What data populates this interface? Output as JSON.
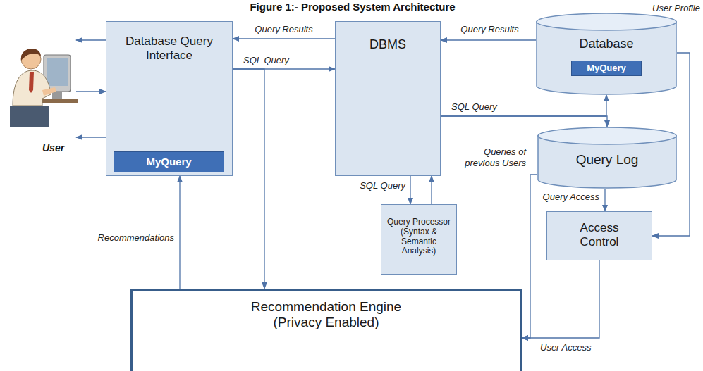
{
  "diagram": {
    "title": "Figure 1:- Proposed System Architecture",
    "nodes": [
      {
        "text": [
          "Database Query Interface"
        ]
      },
      {
        "text": [
          "MyQuery"
        ],
        "in": 0
      },
      {
        "text": [
          "DBMS"
        ]
      },
      {
        "text": [
          "Query Processor (Syntax & Semantic Analysis)"
        ]
      },
      {
        "text": [
          "Database"
        ]
      },
      {
        "text": [
          "MyQuery"
        ],
        "in": 4
      },
      {
        "text": [
          "Query Log"
        ]
      },
      {
        "text": [
          "Access Control"
        ]
      },
      {
        "text": [
          "Recommendation Engine (Privacy Enabled)"
        ]
      }
    ],
    "edges": [
      {
        "from": 2,
        "to": 0,
        "label": "Query Results",
        "arrow": "to"
      },
      {
        "from": 0,
        "to": 2,
        "label": "SQL Query",
        "arrow": "to"
      },
      {
        "from": 0,
        "to": 8,
        "arrow": "to"
      },
      {
        "from": 4,
        "to": 2,
        "label": "Query Results",
        "arrow": "to"
      },
      {
        "from": 2,
        "to": 4,
        "arrow": "to"
      },
      {
        "from": 2,
        "to": 6,
        "label": "SQL Query",
        "arrow": "to"
      },
      {
        "from": 2,
        "to": 3,
        "label": "SQL Query",
        "arrow": "to"
      },
      {
        "from": 3,
        "to": 2,
        "arrow": "to"
      },
      {
        "from": 8,
        "to": 0,
        "label": "Recommendations",
        "arrow": "to"
      },
      {
        "from": 6,
        "to": 8,
        "label": "Queries of previous Users",
        "arrow": "to"
      },
      {
        "from": 6,
        "to": 7,
        "label": "Query Access",
        "arrow": "to"
      },
      {
        "from": 7,
        "to": 8,
        "label": "User Access",
        "arrow": "to"
      },
      {
        "from": 4,
        "to": 7,
        "label": "User Profile",
        "arrow": "to"
      }
    ],
    "labels": [
      "User"
    ]
  }
}
